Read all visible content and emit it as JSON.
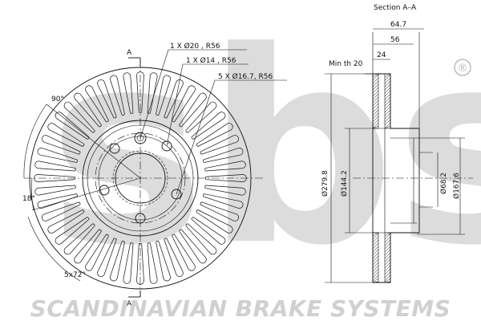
{
  "brand": {
    "watermark_letters": "sbs",
    "registered_mark": "®",
    "footer_text": "SCANDINAVIAN BRAKE SYSTEMS",
    "watermark_color": "#d9d9d9"
  },
  "front_view": {
    "section_marker_top": "A",
    "section_marker_bottom": "A",
    "angle_90": "90°",
    "angle_18": "18°",
    "angle_pattern": "5x72°",
    "callout_1": "1 X Ø20 , R56",
    "callout_2": "1 X Ø14 , R56",
    "callout_3": "5 X Ø16.7, R56"
  },
  "section_view": {
    "title": "Section A–A",
    "dim_64_7": "64.7",
    "dim_56": "56",
    "dim_24": "24",
    "min_th": "Min th 20",
    "dia_279_8": "Ø279.8",
    "dia_144_2": "Ø144.2",
    "dia_68_2": "Ø68.2",
    "dia_167_6": "Ø167.6"
  }
}
